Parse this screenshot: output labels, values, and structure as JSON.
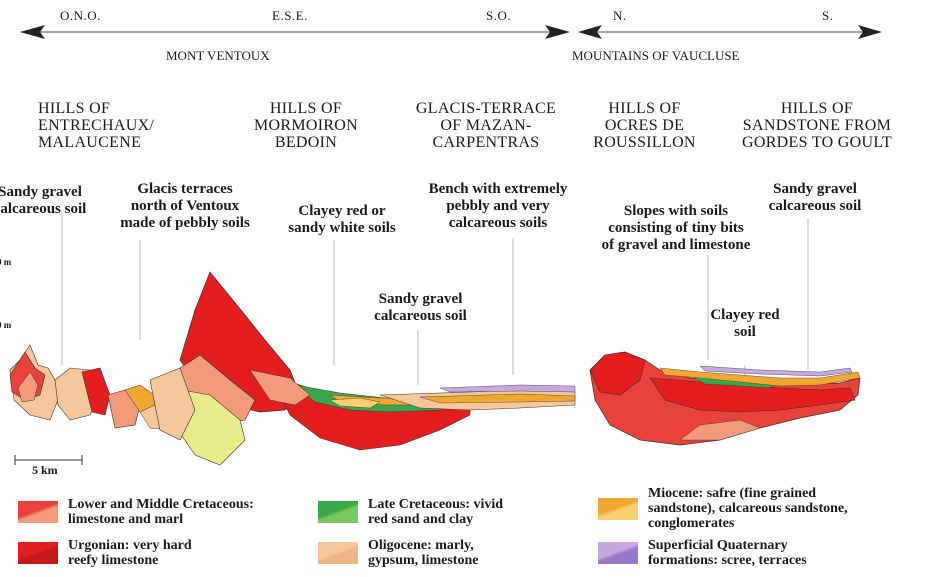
{
  "directions": [
    "O.N.O.",
    "E.S.E.",
    "S.O.",
    "N.",
    "S."
  ],
  "regions": {
    "left": "MONT VENTOUX",
    "right": "MOUNTAINS OF VAUCLUSE"
  },
  "hills": [
    {
      "lines": [
        "HILLS OF",
        "ENTRECHAUX/",
        "MALAUCENE"
      ]
    },
    {
      "lines": [
        "HILLS OF",
        "MORMOIRON",
        "BEDOIN"
      ]
    },
    {
      "lines": [
        "GLACIS-TERRACE",
        "OF MAZAN-",
        "CARPENTRAS"
      ]
    },
    {
      "lines": [
        "HILLS OF",
        "OCRES DE",
        "ROUSSILLON"
      ]
    },
    {
      "lines": [
        "HILLS OF",
        "SANDSTONE FROM",
        "GORDES TO GOULT"
      ]
    }
  ],
  "soils": [
    {
      "lines": [
        "Sandy gravel",
        "calcareous soil"
      ]
    },
    {
      "lines": [
        "Glacis terraces",
        "north of Ventoux",
        "made of pebbly soils"
      ]
    },
    {
      "lines": [
        "Clayey red or",
        "sandy white soils"
      ]
    },
    {
      "lines": [
        "Sandy gravel",
        "calcareous soil"
      ]
    },
    {
      "lines": [
        "Bench with extremely",
        "pebbly and very",
        "calcareous soils"
      ]
    },
    {
      "lines": [
        "Slopes with soils",
        "consisting of tiny bits",
        "of gravel and limestone"
      ]
    },
    {
      "lines": [
        "Clayey red",
        "soil"
      ]
    },
    {
      "lines": [
        "Sandy gravel",
        "calcareous soil"
      ]
    }
  ],
  "elevations": [
    "0 m",
    "0 m"
  ],
  "scale": "5 km",
  "legend": [
    {
      "lines": [
        "Lower and Middle Cretaceous:",
        "limestone and marl"
      ],
      "color_a": "#e8423a",
      "color_b": "#f29a7a"
    },
    {
      "lines": [
        "Urgonian: very hard",
        "reefy limestone"
      ],
      "color_a": "#e41e1e",
      "color_b": "#c41818"
    },
    {
      "lines": [
        "Late Cretaceous:  vivid",
        "red sand and clay"
      ],
      "color_a": "#3aa84a",
      "color_b": "#7cc860"
    },
    {
      "lines": [
        "Oligocene: marly,",
        "gypsum, limestone"
      ],
      "color_a": "#f5c79a",
      "color_b": "#eeb585"
    },
    {
      "lines": [
        "Miocene: safre (fine grained",
        "sandstone), calcareous sandstone,",
        "conglomerates"
      ],
      "color_a": "#f0a830",
      "color_b": "#f8d070"
    },
    {
      "lines": [
        "Superficial Quaternary",
        "formations: scree, terraces"
      ],
      "color_a": "#c8a8e0",
      "color_b": "#9a78c8"
    }
  ]
}
